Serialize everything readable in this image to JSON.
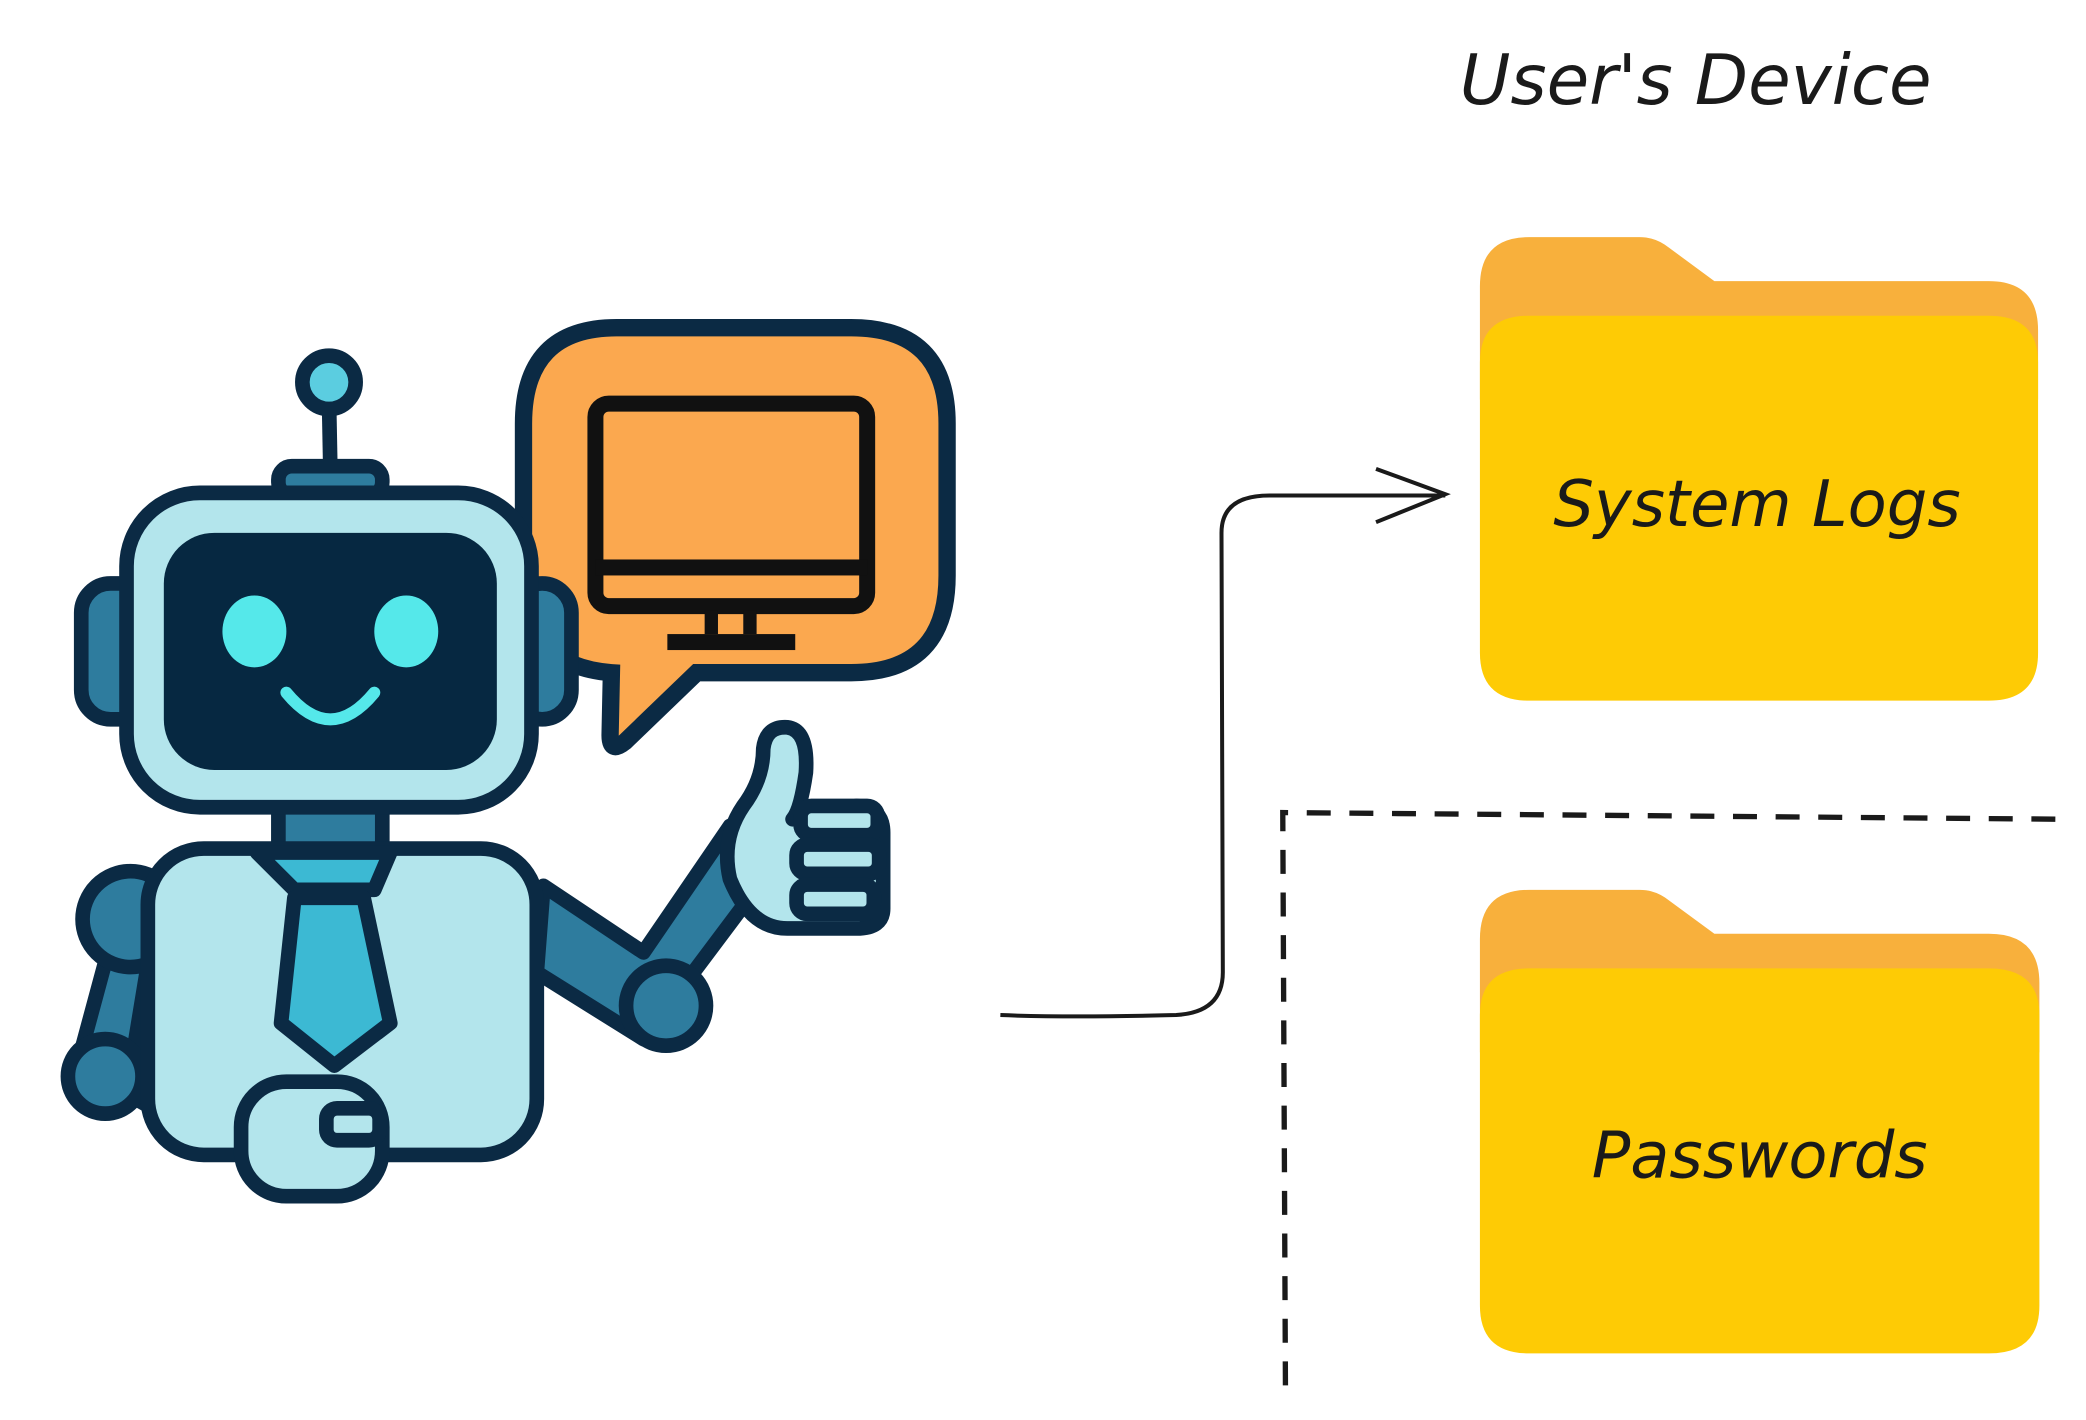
{
  "title": "User's Device",
  "folders": [
    {
      "label": "System Logs"
    },
    {
      "label": "Passwords"
    }
  ],
  "icons": {
    "agent": "robot-icon",
    "speech": "speech-bubble-monitor-icon",
    "folder": "folder-icon"
  },
  "colors": {
    "folder_back": "#F8B03C",
    "folder_front": "#FECB05",
    "bubble": "#FBA84F",
    "outline": "#0B2A44",
    "robot_light": "#B3E5EC",
    "robot_mid": "#2E7C9E",
    "robot_screen": "#062841",
    "eyes": "#55E8EA"
  }
}
